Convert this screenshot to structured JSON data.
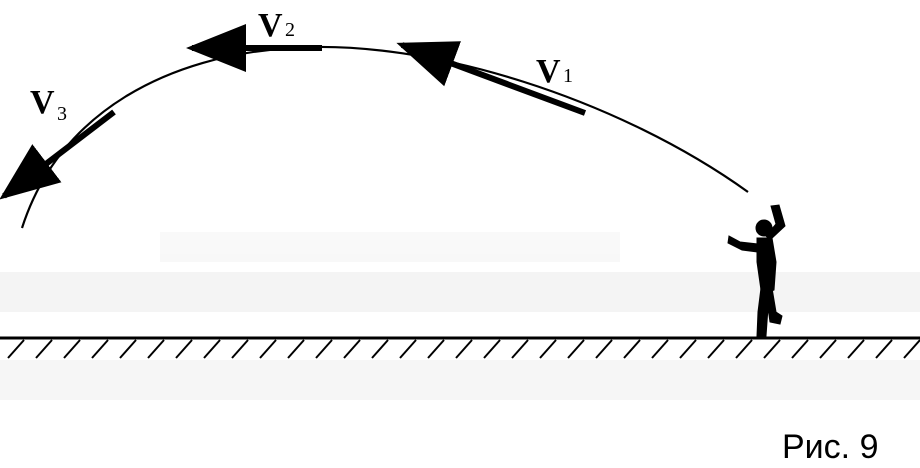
{
  "figure": {
    "caption": "Рис. 9",
    "vectors": [
      {
        "symbol": "V",
        "subscript": "1"
      },
      {
        "symbol": "V",
        "subscript": "2"
      },
      {
        "symbol": "V",
        "subscript": "3"
      }
    ]
  }
}
